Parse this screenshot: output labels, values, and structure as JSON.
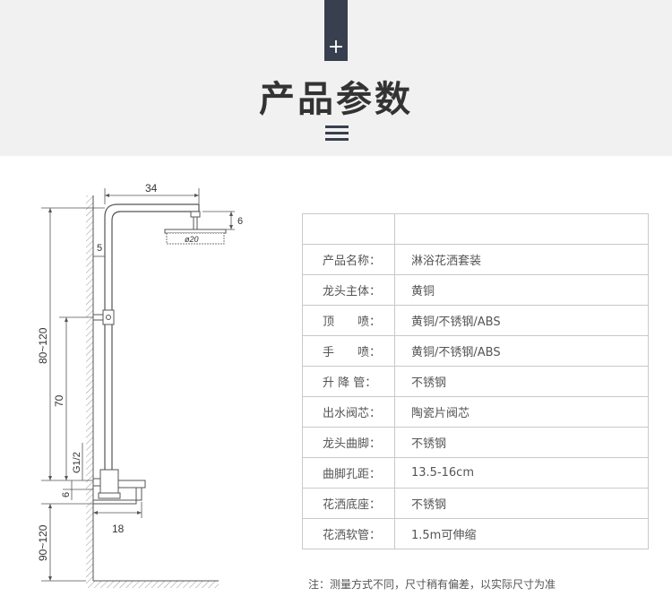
{
  "header": {
    "tab_icon": "plus",
    "title": "产品参数",
    "menu_icon": "menu-icon"
  },
  "diagram": {
    "dims": {
      "top_width": "34",
      "head_height": "6",
      "head_diameter": "ø20",
      "wall_gap": "5",
      "total_height": "80~120",
      "upper_section": "70",
      "thread": "G1/2",
      "inlet": "6",
      "base_width": "18",
      "floor_height": "90~120"
    }
  },
  "table": {
    "header": [
      "",
      ""
    ],
    "rows": [
      {
        "label": "产品名称：",
        "value": "淋浴花洒套装"
      },
      {
        "label": "龙头主体：",
        "value": "黄铜"
      },
      {
        "label": "顶　　喷：",
        "value": "黄铜/不锈钢/ABS"
      },
      {
        "label": "手　　喷：",
        "value": "黄铜/不锈钢/ABS"
      },
      {
        "label": "升 降 管：",
        "value": "不锈钢"
      },
      {
        "label": "出水阀芯：",
        "value": "陶瓷片阀芯"
      },
      {
        "label": "龙头曲脚：",
        "value": "不锈钢"
      },
      {
        "label": "曲脚孔距：",
        "value": "13.5-16cm"
      },
      {
        "label": "花洒底座：",
        "value": "不锈钢"
      },
      {
        "label": "花洒软管：",
        "value": "1.5m可伸缩"
      }
    ]
  },
  "note": "注：测量方式不同，尺寸稍有偏差，以实际尺寸为准"
}
